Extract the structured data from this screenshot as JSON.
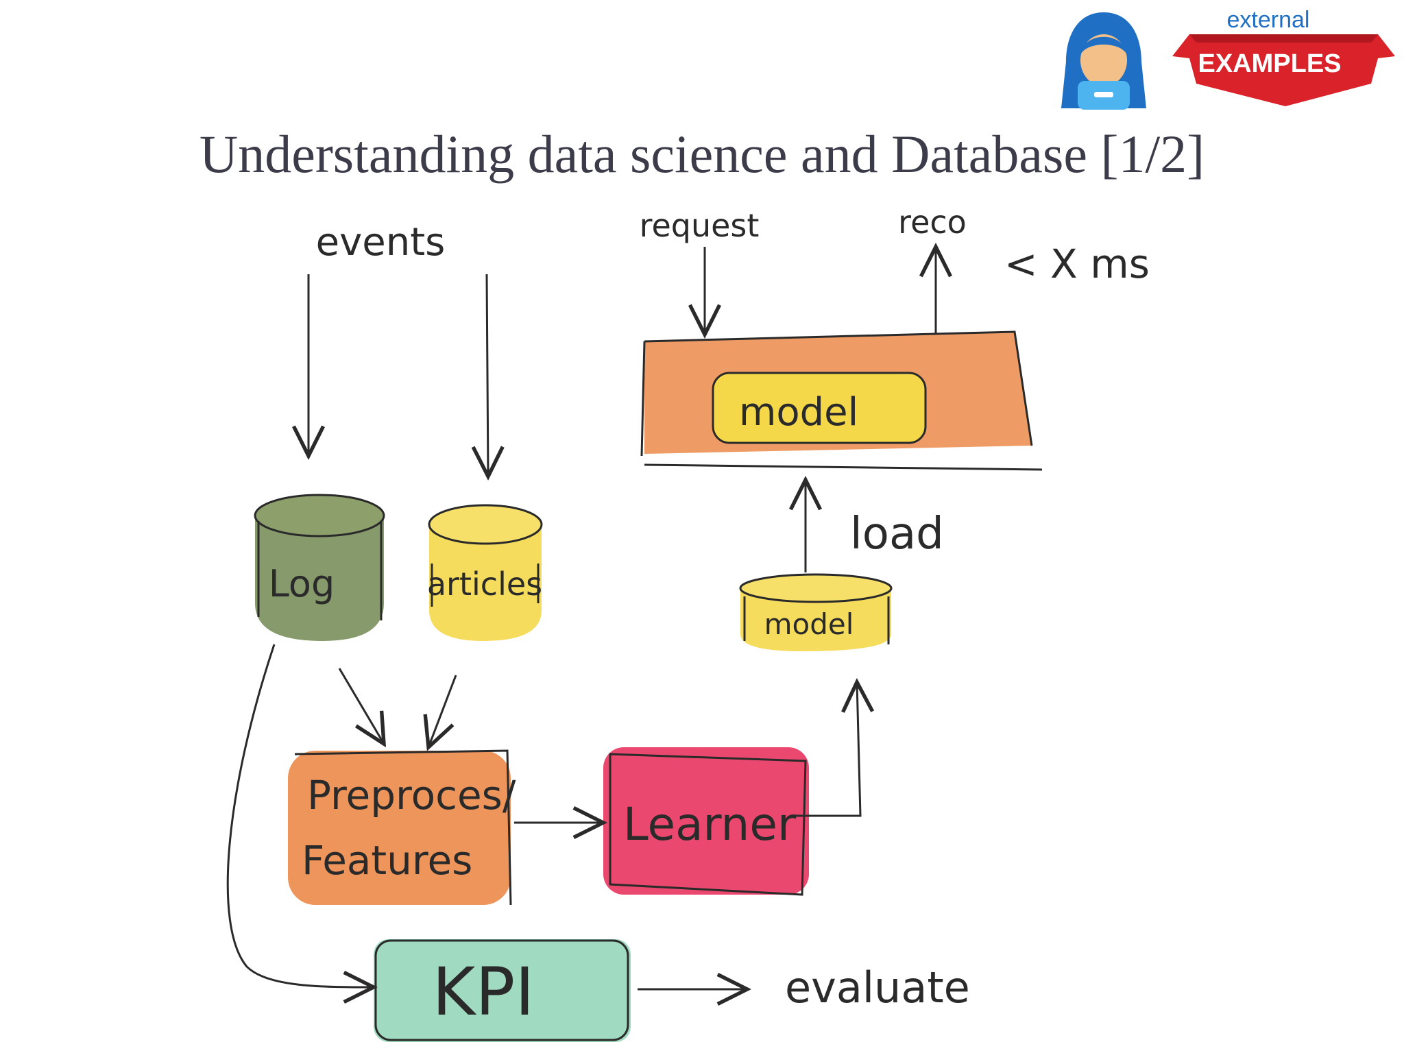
{
  "badge": {
    "small_label": "external",
    "big_label": "EXAMPLES",
    "icon": "hooded-person-icon"
  },
  "title": "Understanding data science and Database [1/2]",
  "diagram": {
    "labels": {
      "events": "events",
      "request": "request",
      "reco": "reco",
      "latency": "< X ms",
      "model_top": "model",
      "load": "load",
      "model_db": "model",
      "log": "Log",
      "articles": "articles",
      "preprocess_line1": "Preproces/",
      "preprocess_line2": "Features",
      "learner": "Learner",
      "kpi": "KPI",
      "evaluate": "evaluate"
    },
    "colors": {
      "orange": "#ec8a4a",
      "yellow": "#f5d84a",
      "green": "#7a8f5c",
      "red": "#e8345e",
      "teal": "#8fd3b6",
      "badge_red": "#d9222a",
      "badge_blue": "#1f6fc4"
    }
  }
}
